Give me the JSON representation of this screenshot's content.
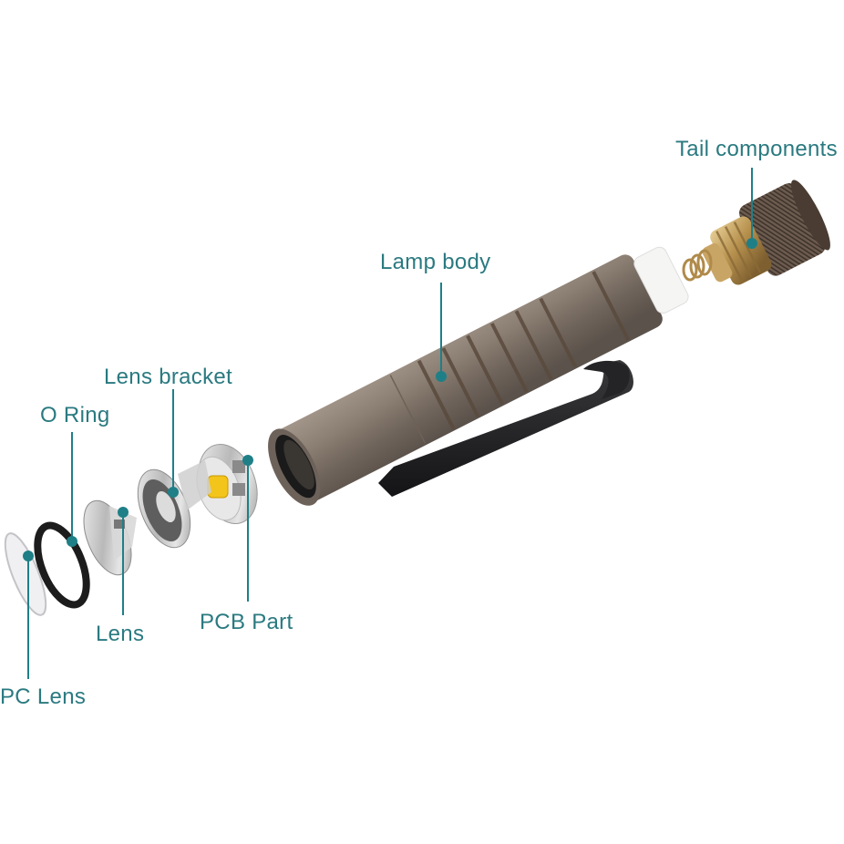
{
  "diagram": {
    "type": "exploded-view",
    "subject": "flashlight",
    "accent_color": "#1f7f87",
    "label_color": "#2a7a80",
    "parts": [
      {
        "id": "tail",
        "label": "Tail components"
      },
      {
        "id": "body",
        "label": "Lamp body"
      },
      {
        "id": "bracket",
        "label": "Lens bracket"
      },
      {
        "id": "oring",
        "label": "O Ring"
      },
      {
        "id": "lens",
        "label": "Lens"
      },
      {
        "id": "pcb",
        "label": "PCB Part"
      },
      {
        "id": "pclens",
        "label": "PC Lens"
      }
    ]
  }
}
